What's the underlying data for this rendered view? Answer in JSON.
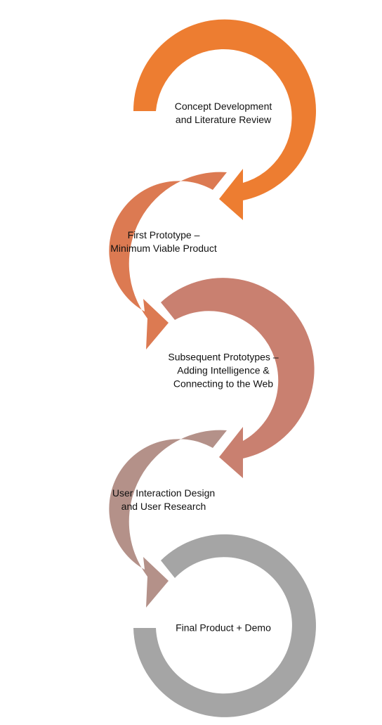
{
  "steps": [
    {
      "lines": [
        "Concept Development",
        "and Literature Review"
      ],
      "color": "#ED7D31"
    },
    {
      "lines": [
        "First Prototype –",
        "Minimum Viable Product"
      ],
      "color": "#DC7A52"
    },
    {
      "lines": [
        "Subsequent Prototypes –",
        "Adding Intelligence &",
        "Connecting to the Web"
      ],
      "color": "#C98070"
    },
    {
      "lines": [
        "User Interaction Design",
        "and User Research"
      ],
      "color": "#B49189"
    },
    {
      "lines": [
        "Final Product + Demo"
      ],
      "color": "#A5A5A5"
    }
  ]
}
